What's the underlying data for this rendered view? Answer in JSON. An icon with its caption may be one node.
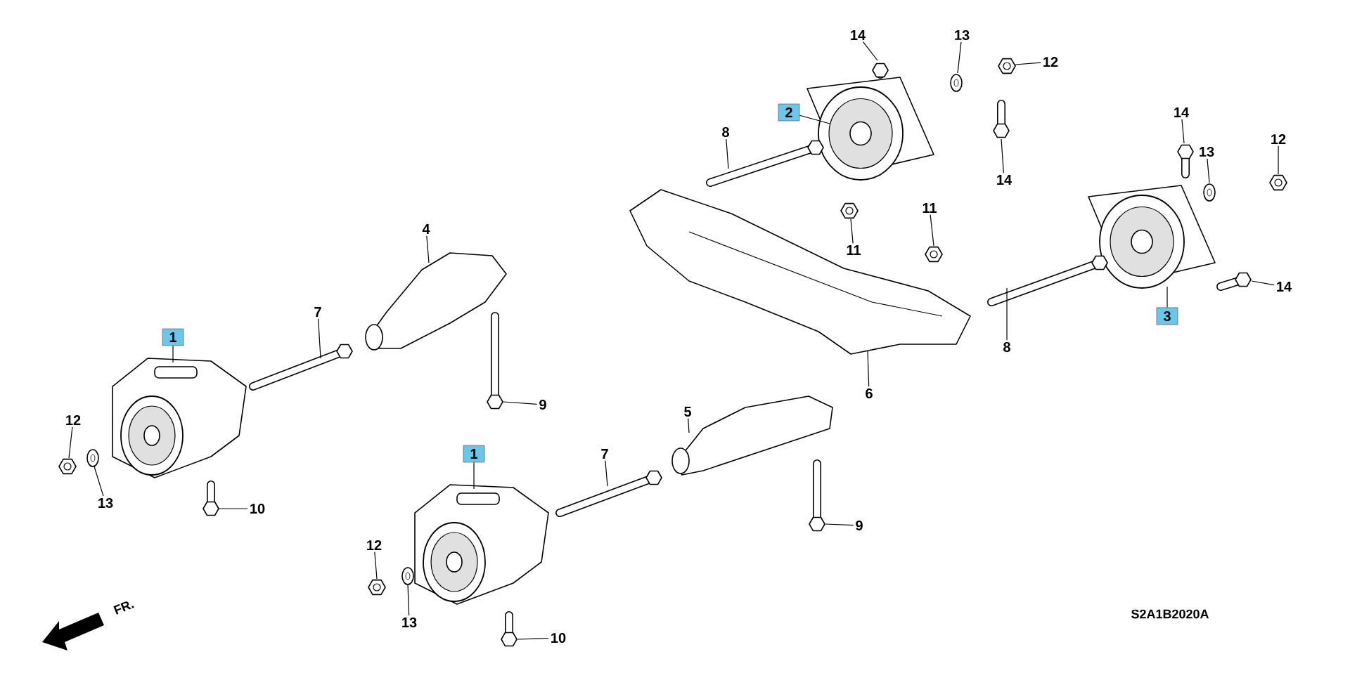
{
  "diagram": {
    "nodes": [
      {
        "text": [
          "14"
        ]
      },
      {
        "text": [
          "13"
        ]
      },
      {
        "text": [
          "12"
        ]
      },
      {
        "text": [
          "2"
        ]
      },
      {
        "text": [
          "8"
        ]
      },
      {
        "text": [
          "14"
        ]
      },
      {
        "text": [
          "13"
        ]
      },
      {
        "text": [
          "12"
        ]
      },
      {
        "text": [
          "14"
        ]
      },
      {
        "text": [
          "11"
        ]
      },
      {
        "text": [
          "4"
        ]
      },
      {
        "text": [
          "11"
        ]
      },
      {
        "text": [
          "14"
        ]
      },
      {
        "text": [
          "7"
        ]
      },
      {
        "text": [
          "3"
        ]
      },
      {
        "text": [
          "1"
        ]
      },
      {
        "text": [
          "8"
        ]
      },
      {
        "text": [
          "6"
        ]
      },
      {
        "text": [
          "9"
        ]
      },
      {
        "text": [
          "5"
        ]
      },
      {
        "text": [
          "12"
        ]
      },
      {
        "text": [
          "1"
        ]
      },
      {
        "text": [
          "7"
        ]
      },
      {
        "text": [
          "13"
        ]
      },
      {
        "text": [
          "10"
        ]
      },
      {
        "text": [
          "9"
        ]
      },
      {
        "text": [
          "12"
        ]
      },
      {
        "text": [
          "13"
        ]
      },
      {
        "text": [
          "10"
        ]
      },
      {
        "text": [],
        "shape": "picture"
      },
      {
        "text": [],
        "shape": "picture"
      },
      {
        "text": [],
        "shape": "picture"
      },
      {
        "text": [],
        "shape": "picture"
      },
      {
        "text": [],
        "shape": "picture"
      },
      {
        "text": [],
        "shape": "picture"
      },
      {
        "text": [],
        "shape": "picture"
      },
      {
        "text": [],
        "shape": "picture"
      },
      {
        "text": [],
        "shape": "picture"
      },
      {
        "text": [],
        "shape": "picture"
      },
      {
        "text": [],
        "shape": "picture"
      },
      {
        "text": [],
        "shape": "picture"
      },
      {
        "text": [],
        "shape": "picture"
      },
      {
        "text": [],
        "shape": "picture"
      },
      {
        "text": [],
        "shape": "picture"
      },
      {
        "text": [],
        "shape": "picture"
      },
      {
        "text": [],
        "shape": "picture"
      },
      {
        "text": [],
        "shape": "picture"
      },
      {
        "text": [],
        "shape": "picture"
      },
      {
        "text": [],
        "shape": "picture"
      },
      {
        "text": [],
        "shape": "picture"
      },
      {
        "text": [],
        "shape": "picture"
      },
      {
        "text": [],
        "shape": "picture"
      },
      {
        "text": [],
        "shape": "picture"
      },
      {
        "text": [],
        "shape": "picture"
      },
      {
        "text": [],
        "shape": "picture"
      },
      {
        "text": [],
        "shape": "picture"
      },
      {
        "text": [],
        "shape": "picture"
      },
      {
        "text": [],
        "shape": "picture"
      }
    ],
    "edges": [
      {
        "from": 0,
        "to": 29,
        "arrow": "none"
      },
      {
        "from": 1,
        "to": 30,
        "arrow": "none"
      },
      {
        "from": 2,
        "to": 31,
        "arrow": "none"
      },
      {
        "from": 3,
        "to": 32,
        "arrow": "none"
      },
      {
        "from": 4,
        "to": 33,
        "arrow": "none"
      },
      {
        "from": 5,
        "to": 34,
        "arrow": "none"
      },
      {
        "from": 6,
        "to": 35,
        "arrow": "none"
      },
      {
        "from": 7,
        "to": 36,
        "arrow": "none"
      },
      {
        "from": 8,
        "to": 37,
        "arrow": "none"
      },
      {
        "from": 9,
        "to": 38,
        "arrow": "none"
      },
      {
        "from": 10,
        "to": 39,
        "arrow": "none"
      },
      {
        "from": 11,
        "to": 40,
        "arrow": "none"
      },
      {
        "from": 12,
        "to": 41,
        "arrow": "none"
      },
      {
        "from": 13,
        "to": 42,
        "arrow": "none"
      },
      {
        "from": 14,
        "to": 43,
        "arrow": "none"
      },
      {
        "from": 15,
        "to": 44,
        "arrow": "none"
      },
      {
        "from": 16,
        "to": 45,
        "arrow": "none"
      },
      {
        "from": 17,
        "to": 46,
        "arrow": "none"
      },
      {
        "from": 18,
        "to": 47,
        "arrow": "none"
      },
      {
        "from": 19,
        "to": 48,
        "arrow": "none"
      },
      {
        "from": 20,
        "to": 49,
        "arrow": "none"
      },
      {
        "from": 21,
        "to": 50,
        "arrow": "none"
      },
      {
        "from": 22,
        "to": 51,
        "arrow": "none"
      },
      {
        "from": 23,
        "to": 52,
        "arrow": "none"
      },
      {
        "from": 24,
        "to": 53,
        "arrow": "none"
      },
      {
        "from": 25,
        "to": 54,
        "arrow": "none"
      },
      {
        "from": 26,
        "to": 55,
        "arrow": "none"
      },
      {
        "from": 27,
        "to": 56,
        "arrow": "none"
      },
      {
        "from": 28,
        "to": 57,
        "arrow": "none"
      }
    ],
    "labels": [
      "FR.",
      "S2A1B2020A"
    ]
  }
}
